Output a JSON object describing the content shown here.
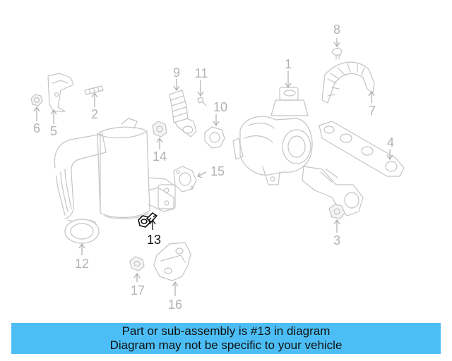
{
  "diagram": {
    "highlight_color": "#111111",
    "part_color": "#c4c4c4",
    "callouts": [
      "1",
      "2",
      "3",
      "4",
      "5",
      "6",
      "7",
      "8",
      "9",
      "10",
      "11",
      "12",
      "13",
      "14",
      "15",
      "16",
      "17"
    ],
    "highlighted_callout": "13"
  },
  "banner": {
    "line1": "Part or sub-assembly is #13 in diagram",
    "line2": "Diagram may not be specific to your vehicle",
    "background": "#4dbef5"
  }
}
